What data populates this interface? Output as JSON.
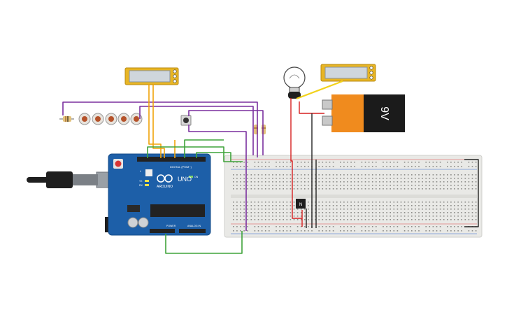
{
  "arduino": {
    "brand": "ARDUINO",
    "model": "UNO",
    "digital_header": "DIGITAL (PWM~)",
    "power_header": "POWER",
    "analog_header": "ANALOG IN",
    "tx_label": "TX",
    "rx_label": "RX",
    "l_label": "L",
    "on_label": "ON"
  },
  "battery": {
    "label": "9V"
  },
  "colors": {
    "board_blue": "#1d5fa8",
    "breadboard": "#e9e9e6",
    "wire_purple": "#7a2f9e",
    "wire_green": "#3fa33a",
    "wire_orange": "#f0a30a",
    "wire_red": "#d62020",
    "wire_black": "#222222",
    "wire_yellow": "#f2d21b",
    "lcd_frame": "#e8b524",
    "lcd_screen": "#cfd6dc",
    "battery_orange": "#f08b1e",
    "battery_black": "#1b1b1b"
  },
  "icons": {
    "bulb": "lightbulb-icon",
    "transistor": "transistor-icon",
    "pushbutton": "pushbutton-icon",
    "photoresistor": "photoresistor-icon",
    "resistor": "resistor-icon"
  }
}
